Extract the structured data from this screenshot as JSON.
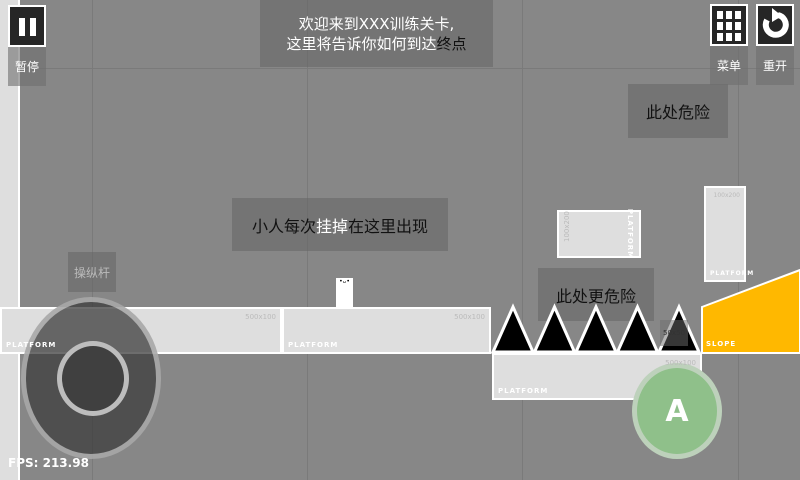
{
  "hud": {
    "pause_label": "暂停",
    "menu_label": "菜单",
    "restart_label": "重开",
    "fps": "FPS: 213.98",
    "joystick_label": "操纵杆",
    "jump_button": "A"
  },
  "tips": {
    "welcome_line1": "欢迎来到XXX训练关卡,",
    "welcome_line2_a": "这里将告诉你如何到达",
    "welcome_line2_b": "终点",
    "danger": "此处危险",
    "respawn_a": "小人每次",
    "respawn_b": "挂掉",
    "respawn_c": "在这里出现",
    "more_danger": "此处更危险"
  },
  "platforms": {
    "size_wide": "500x100",
    "size_tall": "100x200",
    "label": "PLATFORM",
    "slope_label": "SLOPE",
    "small_text": "50x50"
  },
  "colors": {
    "background": "#878787",
    "slope": "#FFB800",
    "jump_button": "#8fc08a",
    "spike": "#000000"
  }
}
